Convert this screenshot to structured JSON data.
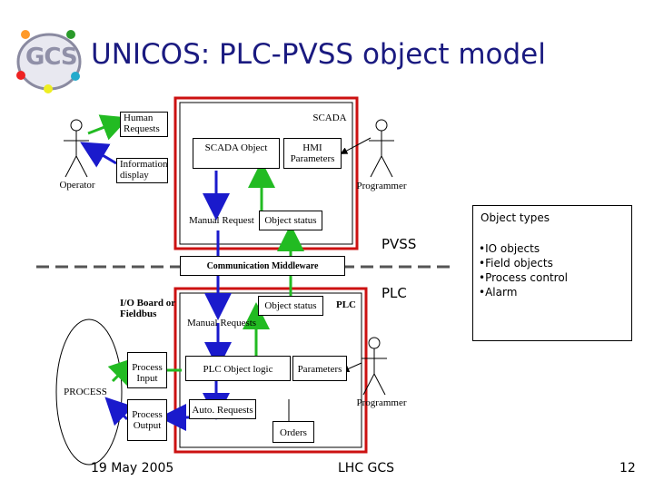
{
  "slide": {
    "title": "UNICOS: PLC-PVSS object model",
    "logo_text": "GCS",
    "footer_date": "19 May 2005",
    "footer_center": "LHC GCS",
    "page_number": "12"
  },
  "diagram": {
    "scada_label": "SCADA",
    "human_requests": "Human Requests",
    "information_display": "Information display",
    "operator": "Operator",
    "scada_object": "SCADA Object",
    "hmi_parameters": "HMI Parameters",
    "programmer_top": "Programmer",
    "manual_request": "Manual Request",
    "object_status_top": "Object status",
    "pvss": "PVSS",
    "communication_middleware": "Communication Middleware",
    "plc": "PLC",
    "plc_tag": "PLC",
    "io_board": "I/O Board or Fieldbus",
    "object_status_bottom": "Object status",
    "manual_requests": "Manual Requests",
    "process_input": "Process Input",
    "plc_object_logic": "PLC Object logic",
    "parameters": "Parameters",
    "process": "PROCESS",
    "programmer_bottom": "Programmer",
    "process_output": "Process Output",
    "auto_requests": "Auto. Requests",
    "orders": "Orders"
  },
  "object_types": {
    "heading": "Object types",
    "items": [
      "•IO objects",
      "•Field objects",
      "•Process control",
      "•Alarm"
    ]
  },
  "colors": {
    "title": "#1a1a80",
    "red_frame": "#cc1111",
    "blue_arrow": "#1a1acc",
    "green_arrow": "#22bb22"
  }
}
